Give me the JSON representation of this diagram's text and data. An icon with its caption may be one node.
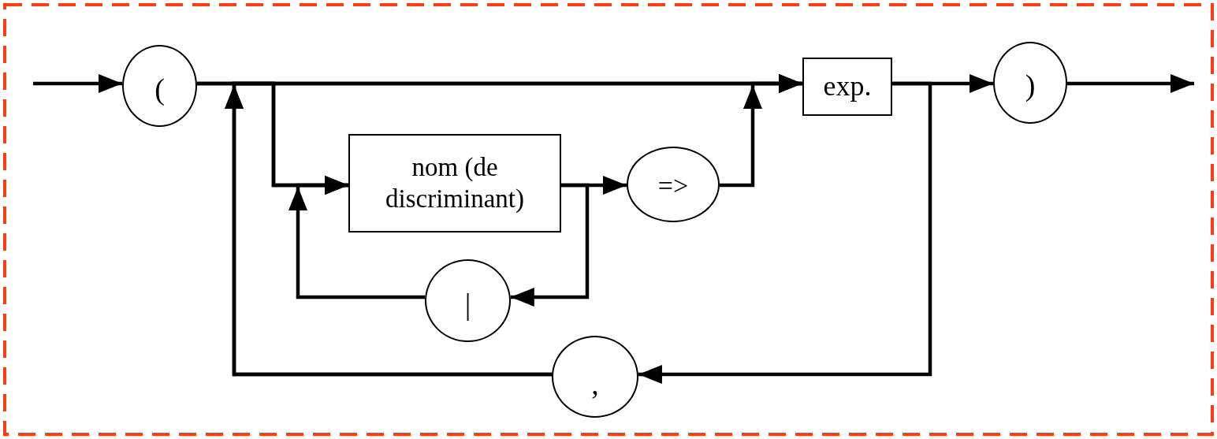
{
  "diagram": {
    "nodes": [
      {
        "text": [
          "("
        ]
      },
      {
        "text": [
          "exp."
        ]
      },
      {
        "text": [
          ")"
        ]
      },
      {
        "text": [
          "nom (de discriminant)"
        ]
      },
      {
        "text": [
          "=>"
        ]
      },
      {
        "text": [
          "|"
        ]
      },
      {
        "text": [
          ","
        ]
      }
    ],
    "edges": [
      {
        "from": null,
        "to": 0,
        "arrow": "to"
      },
      {
        "from": 0,
        "to": 1,
        "arrow": "to"
      },
      {
        "from": 0,
        "to": 3,
        "arrow": "to"
      },
      {
        "from": 3,
        "to": 4,
        "arrow": "to"
      },
      {
        "from": 4,
        "to": 1,
        "arrow": "to"
      },
      {
        "from": 3,
        "to": 5,
        "arrow": "to"
      },
      {
        "from": 5,
        "to": 3,
        "arrow": "to"
      },
      {
        "from": 1,
        "to": 2,
        "arrow": "to"
      },
      {
        "from": 1,
        "to": 6,
        "arrow": "to"
      },
      {
        "from": 6,
        "to": 1,
        "arrow": "to"
      },
      {
        "from": 6,
        "to": 3,
        "arrow": "to"
      },
      {
        "from": 2,
        "to": null,
        "arrow": "to"
      }
    ]
  }
}
